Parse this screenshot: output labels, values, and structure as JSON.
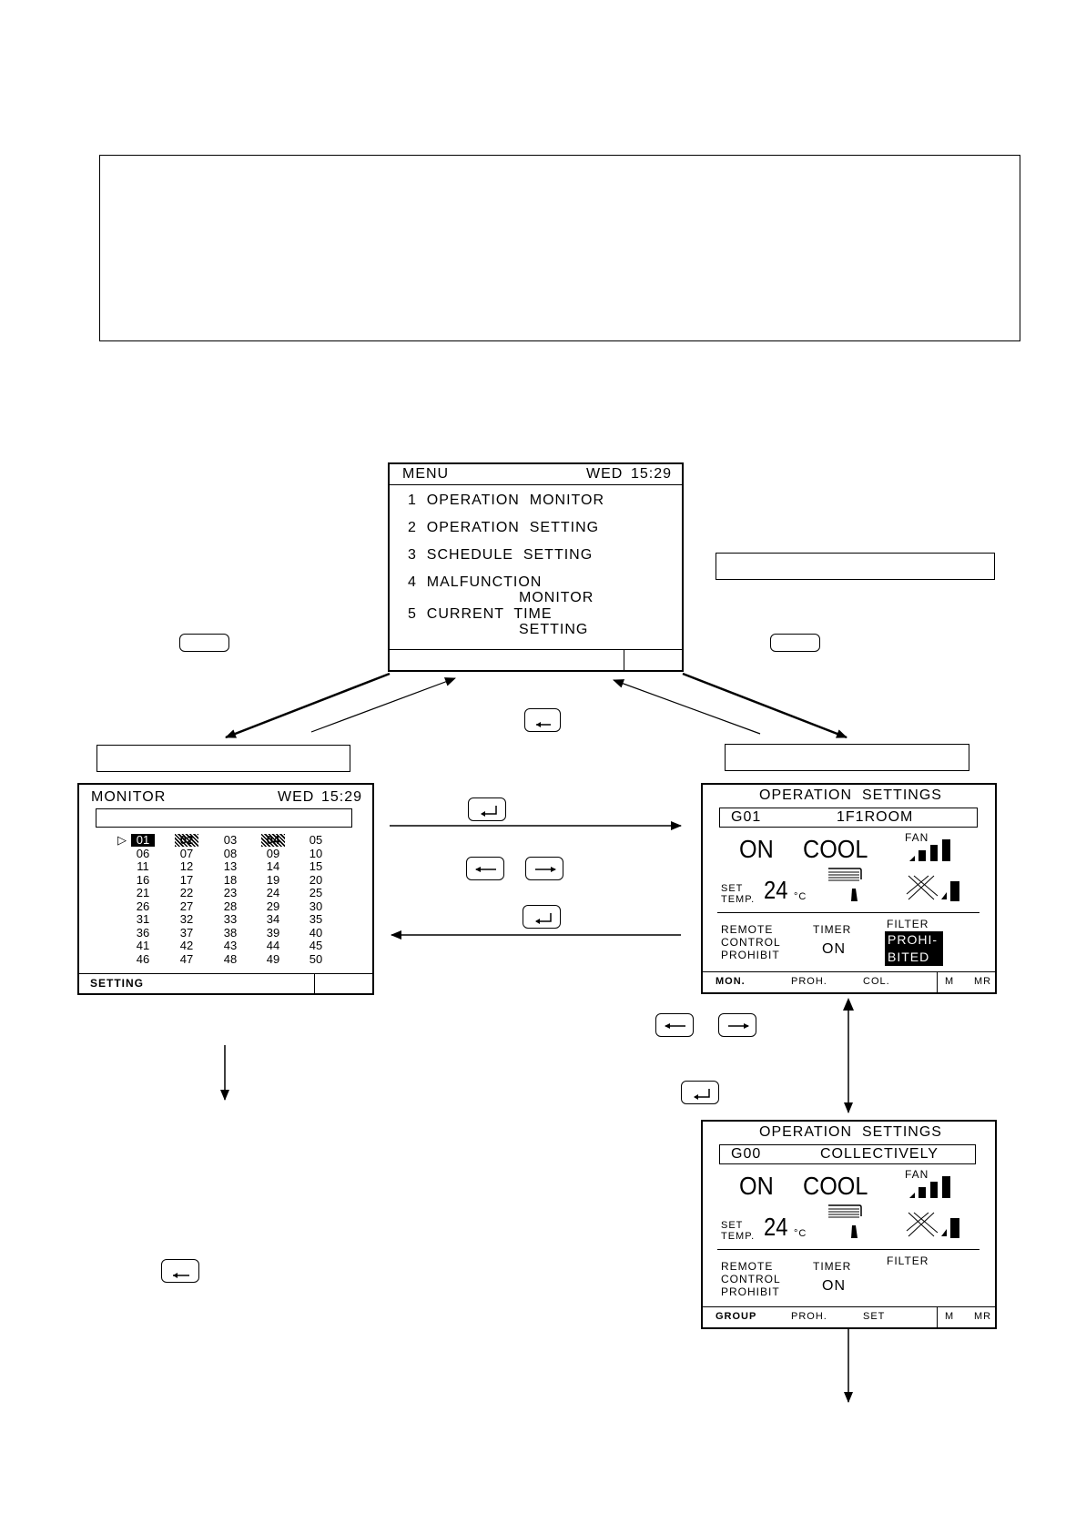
{
  "menu": {
    "title": "MENU",
    "day": "WED",
    "time": "15:29",
    "items": [
      {
        "num": "1",
        "label": "OPERATION  MONITOR",
        "label2": ""
      },
      {
        "num": "2",
        "label": "OPERATION  SETTING",
        "label2": ""
      },
      {
        "num": "3",
        "label": "SCHEDULE  SETTING",
        "label2": ""
      },
      {
        "num": "4",
        "label": "MALFUNCTION",
        "label2": "MONITOR"
      },
      {
        "num": "5",
        "label": "CURRENT  TIME",
        "label2": "SETTING"
      }
    ]
  },
  "monitor": {
    "title": "MONITOR",
    "day": "WED",
    "time": "15:29",
    "grid": [
      [
        "01",
        "02",
        "03",
        "04",
        "05"
      ],
      [
        "06",
        "07",
        "08",
        "09",
        "10"
      ],
      [
        "11",
        "12",
        "13",
        "14",
        "15"
      ],
      [
        "16",
        "17",
        "18",
        "19",
        "20"
      ],
      [
        "21",
        "22",
        "23",
        "24",
        "25"
      ],
      [
        "26",
        "27",
        "28",
        "29",
        "30"
      ],
      [
        "31",
        "32",
        "33",
        "34",
        "35"
      ],
      [
        "36",
        "37",
        "38",
        "39",
        "40"
      ],
      [
        "41",
        "42",
        "43",
        "44",
        "45"
      ],
      [
        "46",
        "47",
        "48",
        "49",
        "50"
      ]
    ],
    "selected_black": [
      "01"
    ],
    "selected_hatch": [
      "02",
      "04"
    ],
    "footer": "SETTING"
  },
  "op1": {
    "title": "OPERATION  SETTINGS",
    "group": "G01",
    "group_name": "1F1ROOM",
    "power": "ON",
    "mode": "COOL",
    "fan_label": "FAN",
    "set_label1": "SET",
    "set_label2": "TEMP.",
    "temp": "24",
    "unit": "°C",
    "remote1": "REMOTE",
    "remote2": "CONTROL",
    "remote3": "PROHIBIT",
    "timer_label": "TIMER",
    "timer_value": "ON",
    "filter_label": "FILTER",
    "filter_value1": "PROHI-",
    "filter_value2": "BITED",
    "footer": [
      "MON.",
      "PROH.",
      "COL."
    ],
    "footer_right": [
      "M",
      "MR"
    ]
  },
  "op2": {
    "title": "OPERATION  SETTINGS",
    "group": "G00",
    "group_name": "COLLECTIVELY",
    "power": "ON",
    "mode": "COOL",
    "fan_label": "FAN",
    "set_label1": "SET",
    "set_label2": "TEMP.",
    "temp": "24",
    "unit": "°C",
    "remote1": "REMOTE",
    "remote2": "CONTROL",
    "remote3": "PROHIBIT",
    "timer_label": "TIMER",
    "timer_value": "ON",
    "filter_label": "FILTER",
    "footer": [
      "GROUP",
      "PROH.",
      "SET"
    ],
    "footer_right": [
      "M",
      "MR"
    ]
  }
}
